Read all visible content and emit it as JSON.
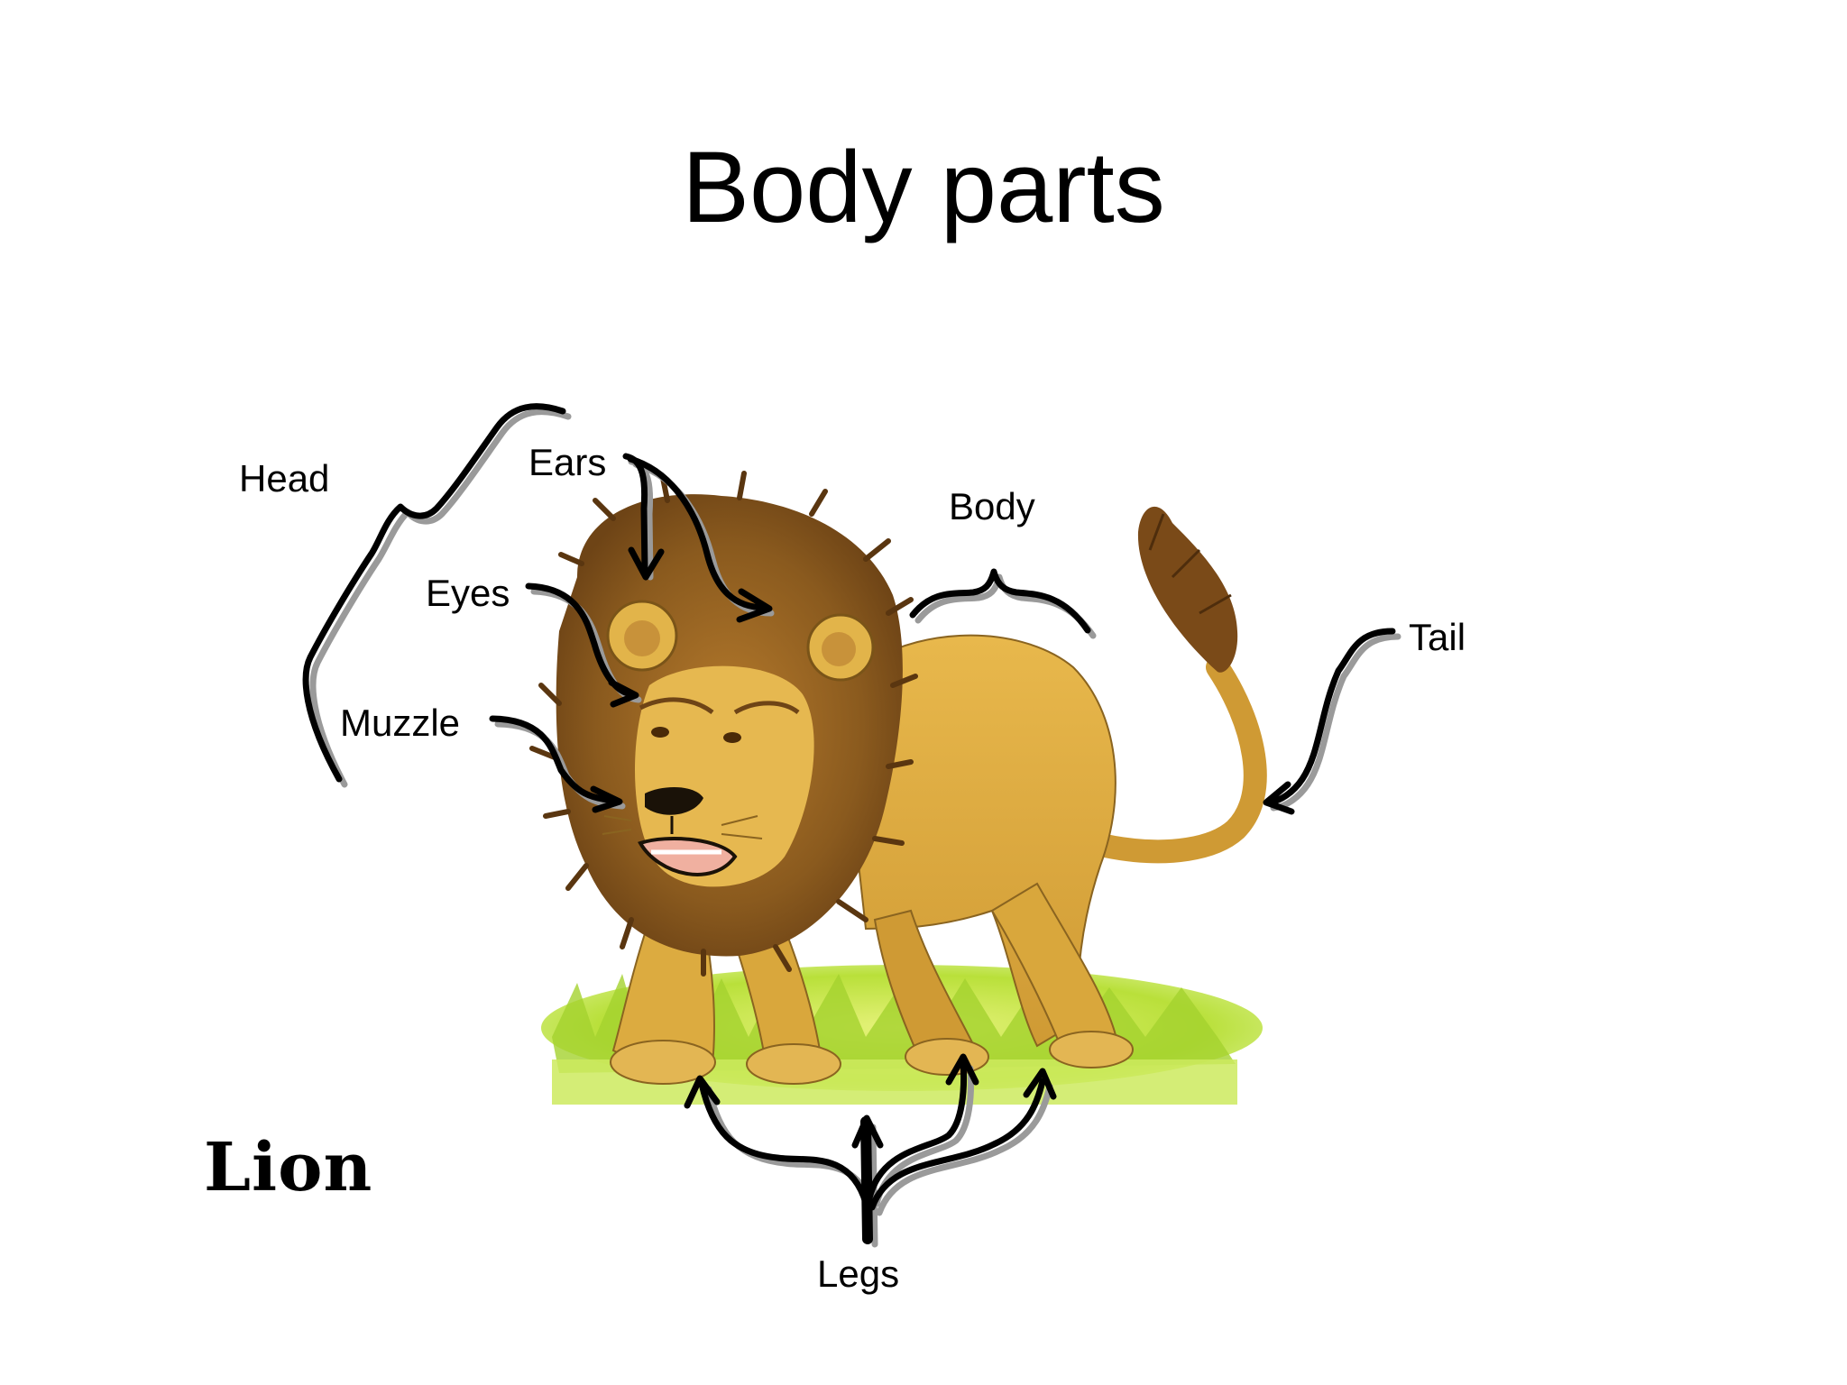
{
  "slide": {
    "title": "Body parts",
    "caption": "Lion"
  },
  "labels": {
    "head": "Head",
    "ears": "Ears",
    "eyes": "Eyes",
    "muzzle": "Muzzle",
    "body": "Body",
    "tail": "Tail",
    "legs": "Legs"
  },
  "colors": {
    "line": "#000000",
    "line_shadow": "#9a9a9a",
    "grass": "#b9e03a",
    "fur": "#d9a73c",
    "mane": "#8a5a1e"
  }
}
